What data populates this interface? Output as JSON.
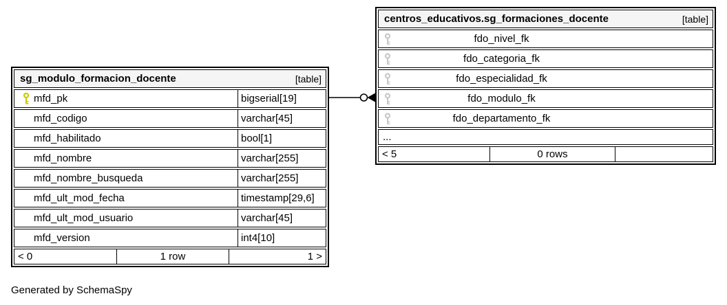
{
  "page": {
    "note": "Generated by SchemaSpy"
  },
  "left_table": {
    "title": "sg_modulo_formacion_docente",
    "badge": "[table]",
    "columns": [
      {
        "name": "mfd_pk",
        "type": "bigserial[19]",
        "key": "primary-key"
      },
      {
        "name": "mfd_codigo",
        "type": "varchar[45]",
        "key": ""
      },
      {
        "name": "mfd_habilitado",
        "type": "bool[1]",
        "key": ""
      },
      {
        "name": "mfd_nombre",
        "type": "varchar[255]",
        "key": ""
      },
      {
        "name": "mfd_nombre_busqueda",
        "type": "varchar[255]",
        "key": ""
      },
      {
        "name": "mfd_ult_mod_fecha",
        "type": "timestamp[29,6]",
        "key": ""
      },
      {
        "name": "mfd_ult_mod_usuario",
        "type": "varchar[45]",
        "key": ""
      },
      {
        "name": "mfd_version",
        "type": "int4[10]",
        "key": ""
      }
    ],
    "pager": {
      "left": "< 0",
      "center": "1 row",
      "right": "1 >"
    }
  },
  "right_table": {
    "title": "centros_educativos.sg_formaciones_docente",
    "badge": "[table]",
    "columns": [
      {
        "name": "fdo_nivel_fk",
        "key": "foreign-key"
      },
      {
        "name": "fdo_categoria_fk",
        "key": "foreign-key"
      },
      {
        "name": "fdo_especialidad_fk",
        "key": "foreign-key"
      },
      {
        "name": "fdo_modulo_fk",
        "key": "foreign-key"
      },
      {
        "name": "fdo_departamento_fk",
        "key": "foreign-key"
      }
    ],
    "truncation_indicator": "...",
    "pager": {
      "left": "< 5",
      "center": "0 rows",
      "right": ""
    }
  },
  "relationship": {
    "from_column": "mfd_pk",
    "to_column": "fdo_modulo_fk",
    "notation": "zero-or-many-crowfoot"
  },
  "colors": {
    "primary_key_icon": "#c9cc00",
    "foreign_key_icon": "#c8c8c8",
    "header_bg": "#f5f5f5",
    "border": "#000000"
  }
}
